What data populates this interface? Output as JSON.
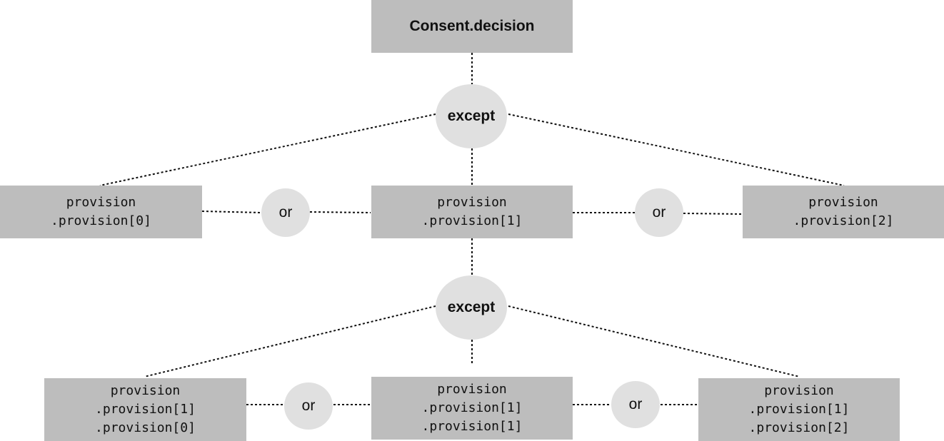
{
  "root": {
    "label": "Consent.decision"
  },
  "level1": {
    "operator": "except",
    "provisions": [
      {
        "line1": "provision",
        "line2": ".provision[0]"
      },
      {
        "line1": "provision",
        "line2": ".provision[1]"
      },
      {
        "line1": "provision",
        "line2": ".provision[2]"
      }
    ],
    "or_left": "or",
    "or_right": "or"
  },
  "level2": {
    "operator": "except",
    "provisions": [
      {
        "line1": "provision",
        "line2": ".provision[1]",
        "line3": ".provision[0]"
      },
      {
        "line1": "provision",
        "line2": ".provision[1]",
        "line3": ".provision[1]"
      },
      {
        "line1": "provision",
        "line2": ".provision[1]",
        "line3": ".provision[2]"
      }
    ],
    "or_left": "or",
    "or_right": "or"
  },
  "colors": {
    "box_fill": "#bdbdbd",
    "ellipse_fill": "#e0e0e0",
    "line": "#111111"
  }
}
